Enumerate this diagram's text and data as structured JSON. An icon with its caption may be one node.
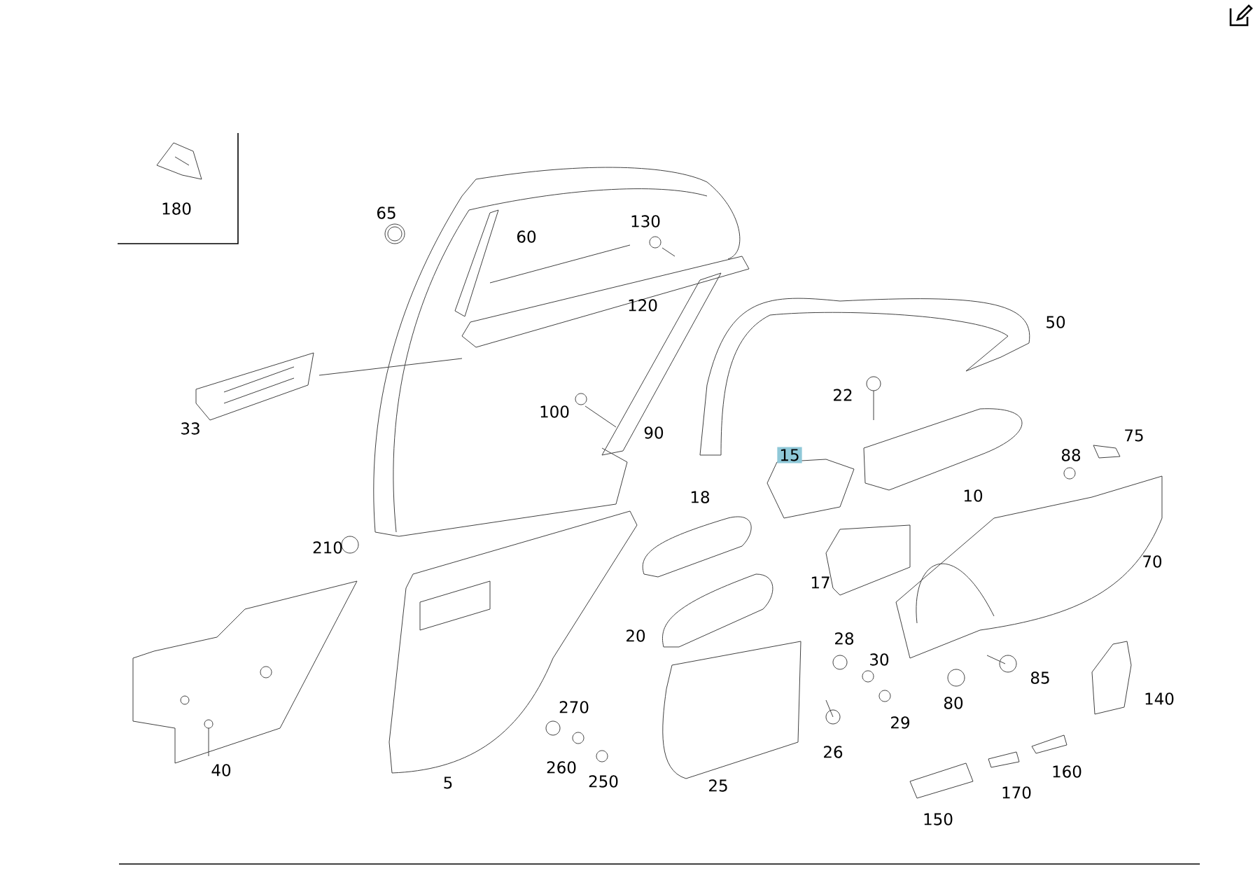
{
  "diagram": {
    "labels": [
      "180",
      "65",
      "130",
      "60",
      "120",
      "50",
      "22",
      "100",
      "33",
      "90",
      "75",
      "88",
      "15",
      "10",
      "18",
      "210",
      "70",
      "17",
      "20",
      "28",
      "30",
      "85",
      "80",
      "140",
      "270",
      "29",
      "26",
      "260",
      "40",
      "160",
      "250",
      "5",
      "25",
      "170",
      "150"
    ]
  }
}
